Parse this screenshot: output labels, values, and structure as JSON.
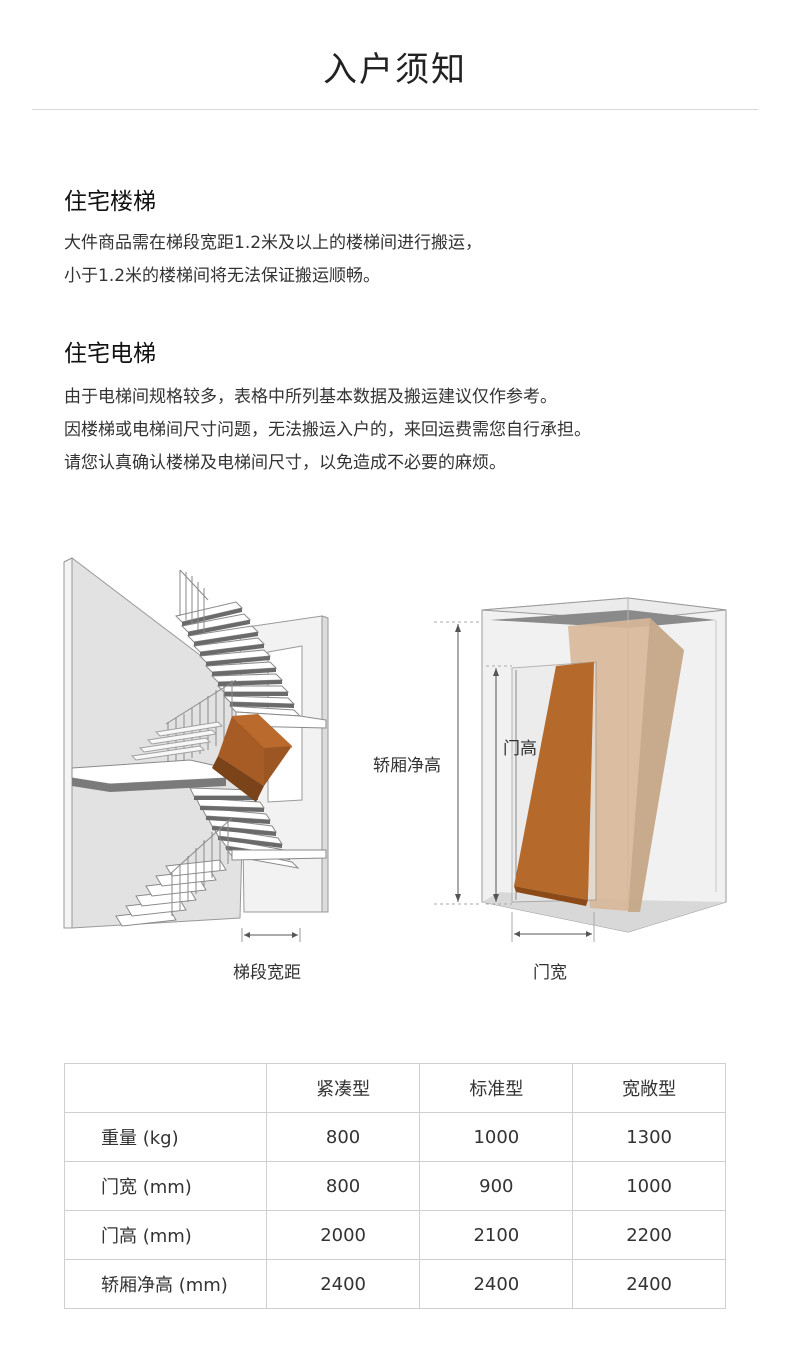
{
  "title": "入户须知",
  "stairs_section": {
    "heading": "住宅楼梯",
    "lines": [
      "大件商品需在梯段宽距1.2米及以上的楼梯间进行搬运，",
      "小于1.2米的楼梯间将无法保证搬运顺畅。"
    ]
  },
  "elevator_section": {
    "heading": "住宅电梯",
    "lines": [
      "由于电梯间规格较多，表格中所列基本数据及搬运建议仅作参考。",
      "因楼梯或电梯间尺寸问题，无法搬运入户的，来回运费需您自行承担。",
      "请您认真确认楼梯及电梯间尺寸，以免造成不必要的麻烦。"
    ]
  },
  "diagram_labels": {
    "stair_width": "梯段宽距",
    "cabin_height": "轿厢净高",
    "door_height": "门高",
    "door_width": "门宽"
  },
  "colors": {
    "box_orange": "#b5692a",
    "box_ghost": "#d8b898",
    "wall_gray": "#dedede"
  },
  "table": {
    "headers": [
      "",
      "紧凑型",
      "标准型",
      "宽敞型"
    ],
    "rows": [
      {
        "label": "重量 (kg)",
        "values": [
          "800",
          "1000",
          "1300"
        ]
      },
      {
        "label": "门宽 (mm)",
        "values": [
          "800",
          "900",
          "1000"
        ]
      },
      {
        "label": "门高 (mm)",
        "values": [
          "2000",
          "2100",
          "2200"
        ]
      },
      {
        "label": "轿厢净高 (mm)",
        "values": [
          "2400",
          "2400",
          "2400"
        ]
      }
    ]
  }
}
